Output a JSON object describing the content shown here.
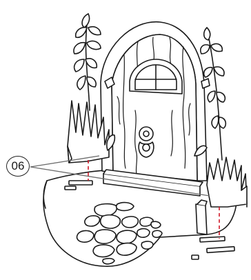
{
  "callout": {
    "number": "06"
  },
  "colors": {
    "line": "#1a1a1a",
    "fill": "#ffffff",
    "dashed_guide": "#d11a2a",
    "leader": "#6b6b6b"
  },
  "icons": {
    "callout_marker": "numbered-circle",
    "guide": "red-dashed-assembly-line"
  }
}
